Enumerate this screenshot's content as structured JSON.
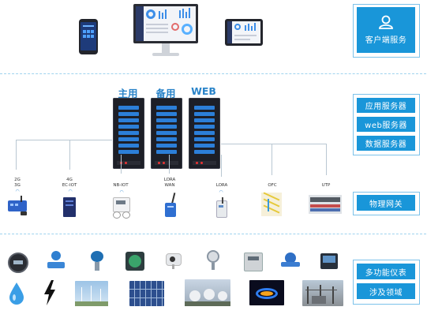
{
  "right_labels": {
    "client_service": "客户端服务",
    "app_server": "应用服务器",
    "web_server": "web服务器",
    "data_server": "数据服务器",
    "physical_network": "物理网关",
    "multifunction_meter": "多功能仪表",
    "fields": "涉及领域"
  },
  "servers": {
    "primary": "主用",
    "backup": "备用",
    "web": "WEB"
  },
  "gateways": [
    {
      "label": "2G\n3G",
      "icon": "router-icon"
    },
    {
      "label": "4G\nEC-IOT",
      "icon": "gateway-box-icon"
    },
    {
      "label": "NB-IOT",
      "icon": "meter-icon"
    },
    {
      "label": "LORA\nWAN",
      "icon": "antenna-gateway-icon"
    },
    {
      "label": "LORA",
      "icon": "lora-module-icon"
    },
    {
      "label": "OFC",
      "icon": "fiber-cable-icon"
    },
    {
      "label": "UTP",
      "icon": "network-patch-icon"
    }
  ],
  "colors": {
    "accent": "#1996d9",
    "server_title": "#2a84c9",
    "rack": "#1d1f27",
    "slot": "#2c7fd8"
  },
  "icons": {
    "clients": [
      "smartphone-icon",
      "desktop-monitor-icon",
      "tablet-icon",
      "user-icon"
    ],
    "meters": [
      "digital-meter-icon",
      "flow-meter-icon",
      "pressure-transmitter-icon",
      "water-meter-icon",
      "camera-icon",
      "pressure-gauge-icon",
      "electric-meter-icon",
      "water-meter-blue-icon",
      "power-analyzer-icon"
    ],
    "fields": [
      "water-drop-icon",
      "lightning-icon",
      "wind-farm-icon",
      "solar-panel-icon",
      "gas-station-icon",
      "gas-flame-icon",
      "substation-icon"
    ]
  }
}
